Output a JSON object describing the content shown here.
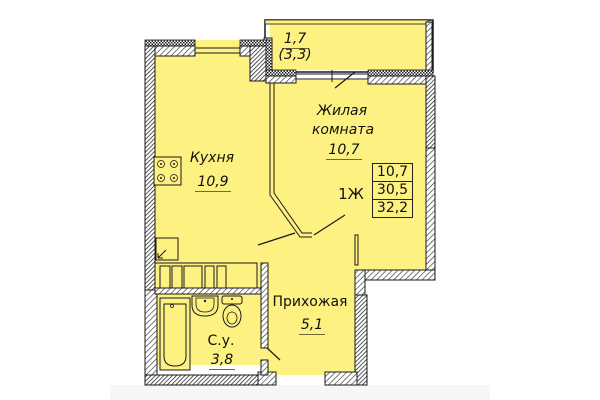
{
  "plan": {
    "type_label": "1Ж",
    "summary": {
      "living_area": "10,7",
      "total_area_no_balcony": "30,5",
      "total_area": "32,2"
    },
    "colors": {
      "floor": "#fdf182",
      "wall_outline": "#1a1a1a",
      "hatch": "#444444",
      "background": "#ffffff"
    },
    "rooms": [
      {
        "name": "",
        "area": "1,7",
        "area_secondary": "(3,3)",
        "id": "balcony"
      },
      {
        "name": "Кухня",
        "area": "10,9",
        "id": "kitchen"
      },
      {
        "name_line1": "Жилая",
        "name_line2": "комната",
        "area": "10,7",
        "id": "living-room"
      },
      {
        "name": "Прихожая",
        "area": "5,1",
        "id": "hallway"
      },
      {
        "name": "С.у.",
        "area": "3,8",
        "id": "bathroom"
      }
    ]
  }
}
